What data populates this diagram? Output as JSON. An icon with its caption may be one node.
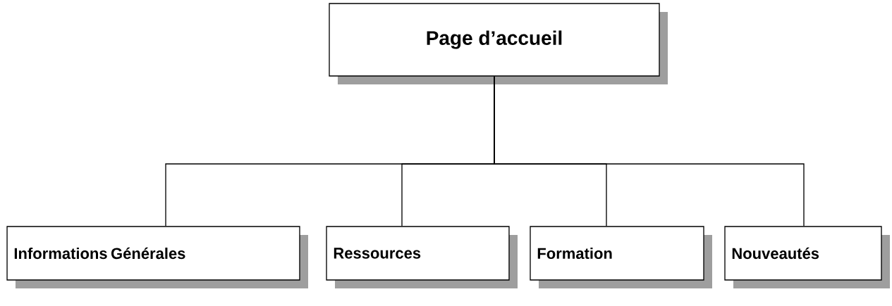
{
  "diagram": {
    "nodes": [
      {
        "text": [
          "Page d’accueil"
        ]
      },
      {
        "text": [
          "Informations Générales"
        ]
      },
      {
        "text": [
          "Ressources"
        ]
      },
      {
        "text": [
          "Formation"
        ]
      },
      {
        "text": [
          "Nouveautés"
        ]
      }
    ],
    "edges": [
      {
        "from": 0,
        "to": 1,
        "arrow": "none"
      },
      {
        "from": 0,
        "to": 2,
        "arrow": "none"
      },
      {
        "from": 0,
        "to": 3,
        "arrow": "none"
      },
      {
        "from": 0,
        "to": 4,
        "arrow": "none"
      }
    ]
  }
}
